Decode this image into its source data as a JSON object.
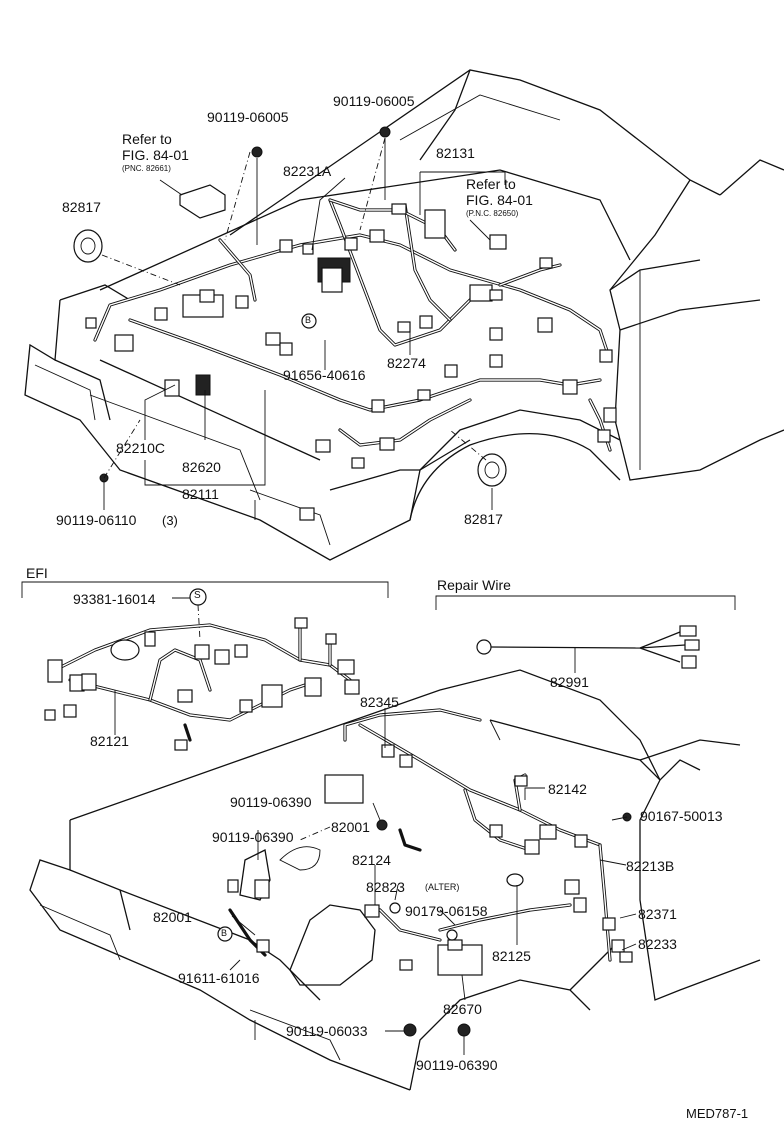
{
  "upper_labels": {
    "bolt_1": "90119-06005",
    "bolt_2": "90119-06005",
    "refer_1_line1": "Refer to",
    "refer_1_line2": "FIG. 84-01",
    "refer_1_pnc": "(PNC. 82661)",
    "part_82231a": "82231A",
    "part_82131": "82131",
    "refer_2_line1": "Refer to",
    "refer_2_line2": "FIG. 84-01",
    "refer_2_pnc": "(P.N.C. 82650)",
    "part_82817_left": "82817",
    "grommet_b": "B",
    "part_91656": "91656-40616",
    "part_82274": "82274",
    "part_82210c": "82210C",
    "part_82620": "82620",
    "part_82111": "82111",
    "bolt_3": "90119-06110",
    "bolt_3_qty": "(3)",
    "part_82817_right": "82817"
  },
  "efi": {
    "section_title": "EFI",
    "part_93381": "93381-16014",
    "marker_s": "S",
    "part_82121": "82121"
  },
  "repair": {
    "section_title": "Repair Wire",
    "part_82991": "82991"
  },
  "lower_labels": {
    "part_82345": "82345",
    "part_82142": "82142",
    "bolt_06390_a": "90119-06390",
    "part_90167": "90167-50013",
    "bolt_06390_b": "90119-06390",
    "part_82001_a": "82001",
    "part_82213b": "82213B",
    "part_82124": "82124",
    "part_82823": "82823",
    "part_82823_note": "(ALTER)",
    "part_90179": "90179-06158",
    "part_82001_b": "82001",
    "part_82371": "82371",
    "part_82233": "82233",
    "marker_b": "B",
    "part_91611": "91611-61016",
    "part_82125": "82125",
    "part_82670": "82670",
    "bolt_06033": "90119-06033",
    "bolt_06390_c": "90119-06390",
    "figure_code": "MED787-1"
  }
}
